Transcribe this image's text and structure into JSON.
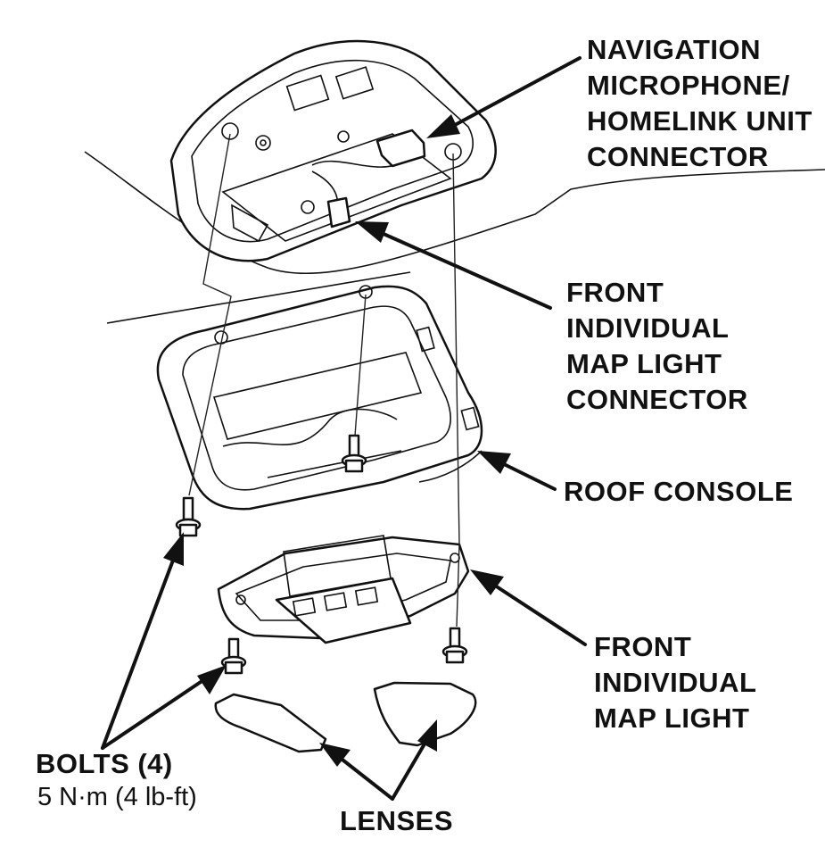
{
  "labels": {
    "nav_mic": [
      "NAVIGATION",
      "MICROPHONE/",
      "HOMELINK UNIT",
      "CONNECTOR"
    ],
    "map_light_connector": [
      "FRONT",
      "INDIVIDUAL",
      "MAP LIGHT",
      "CONNECTOR"
    ],
    "roof_console": [
      "ROOF CONSOLE"
    ],
    "map_light": [
      "FRONT",
      "INDIVIDUAL",
      "MAP LIGHT"
    ],
    "bolts": [
      "BOLTS (4)"
    ],
    "bolts_torque": "5 N·m (4 lb-ft)",
    "lenses": [
      "LENSES"
    ]
  },
  "colors": {
    "ink": "#111111",
    "paper": "#ffffff"
  }
}
